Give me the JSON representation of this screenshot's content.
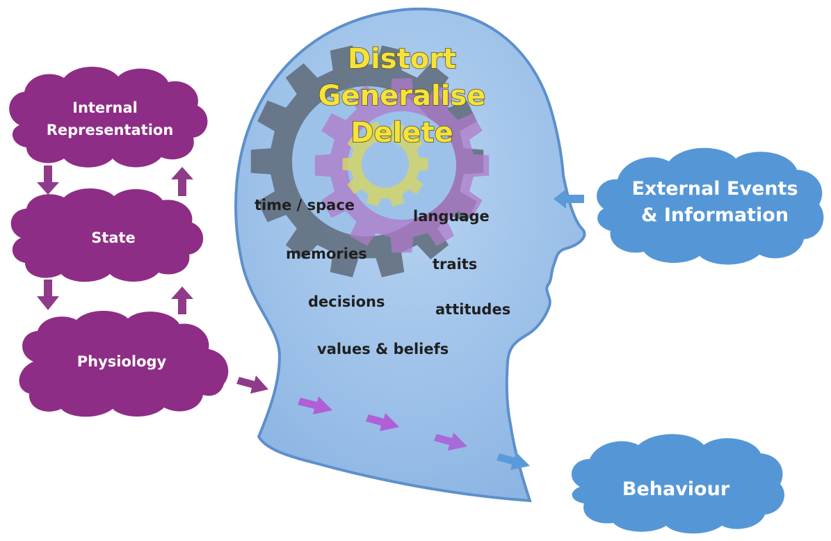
{
  "head": {
    "filters": [
      "Distort",
      "Generalise",
      "Delete"
    ],
    "words": {
      "time_space": "time / space",
      "language": "language",
      "memories": "memories",
      "traits": "traits",
      "decisions": "decisions",
      "attitudes": "attitudes",
      "values_beliefs": "values & beliefs"
    }
  },
  "left_chain": {
    "internal_representation": [
      "Internal",
      "Representation"
    ],
    "state": "State",
    "physiology": "Physiology"
  },
  "right": {
    "external": [
      "External Events",
      "& Information"
    ],
    "behaviour": "Behaviour"
  },
  "colors": {
    "purple_cloud": "#8e2d85",
    "purple_arrow": "#8f3b8a",
    "blue_cloud": "#5597d6",
    "head_fill": "#9dc2ea",
    "head_stroke": "#5d90cb",
    "gear_grey": "#5e6a78",
    "gear_purple": "#b07ac8",
    "gear_yellow": "#d4d36a",
    "filter_text": "#f6e23a",
    "light_arrow": "#b05fd6",
    "blue_arrow": "#5b9ad8"
  }
}
